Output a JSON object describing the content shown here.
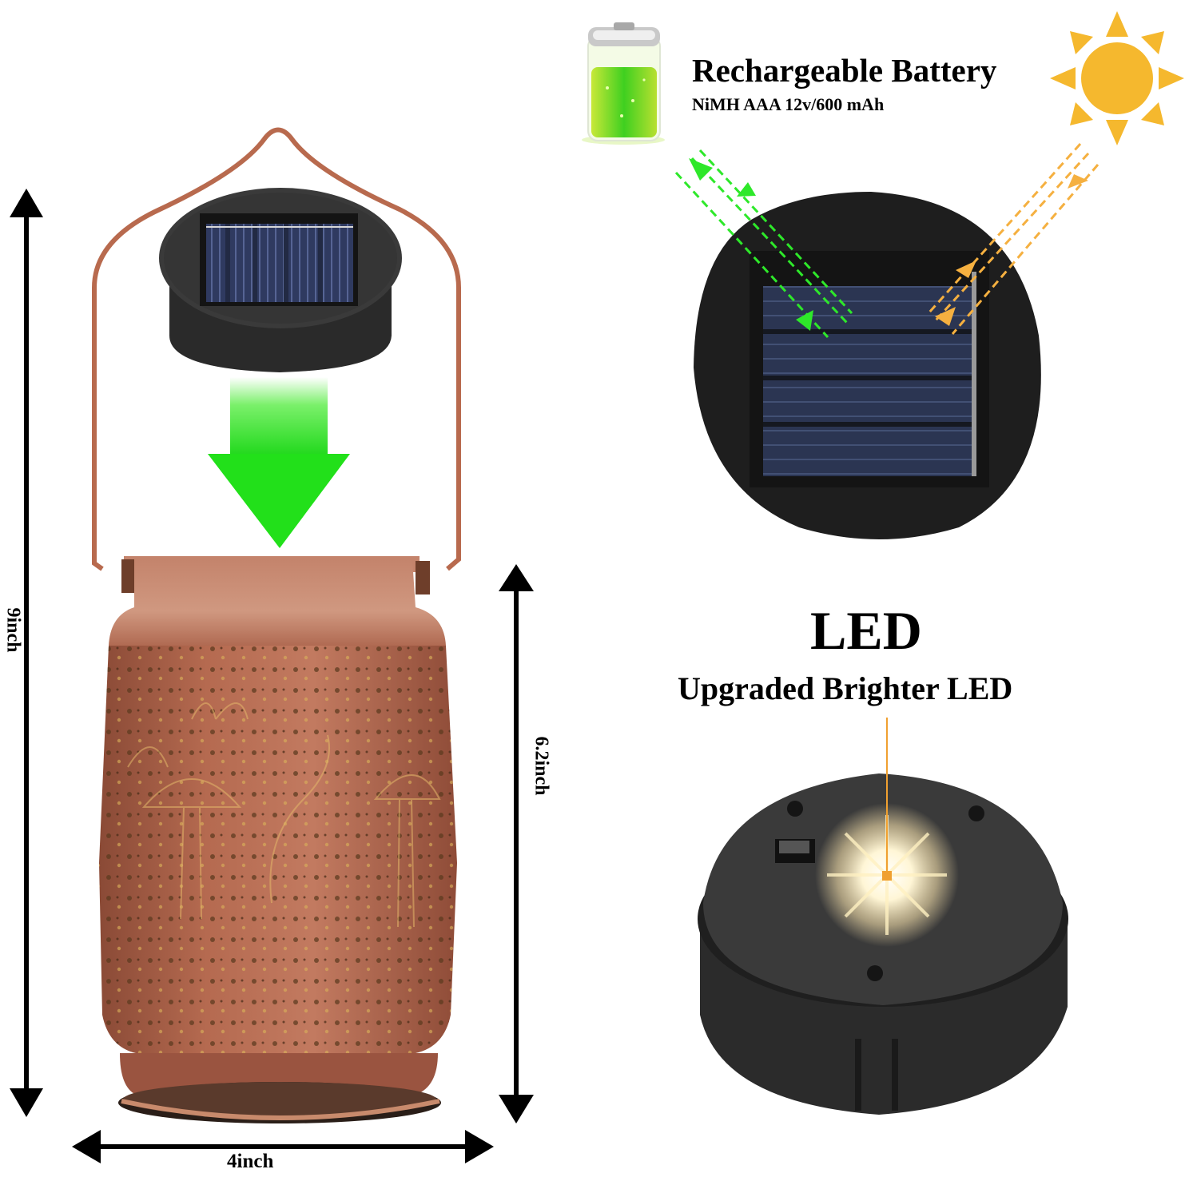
{
  "battery": {
    "title": "Rechargeable Battery",
    "spec": "NiMH AAA 12v/600 mAh",
    "icon": "battery-icon"
  },
  "sun": {
    "icon": "sun-icon",
    "color": "#F5B82E"
  },
  "led": {
    "title": "LED",
    "subtitle": "Upgraded Brighter LED"
  },
  "dimensions": {
    "height_total": "9inch",
    "height_body": "6.2inch",
    "width": "4inch"
  },
  "colors": {
    "copper": "#B0634A",
    "copper_light": "#C98A72",
    "panel_dark": "#1E1E1E",
    "solar_cell": "#2E3A5C",
    "arrow_green": "#22E01A",
    "ray_orange": "#F5B040",
    "led_glow": "#FFF3C8"
  }
}
